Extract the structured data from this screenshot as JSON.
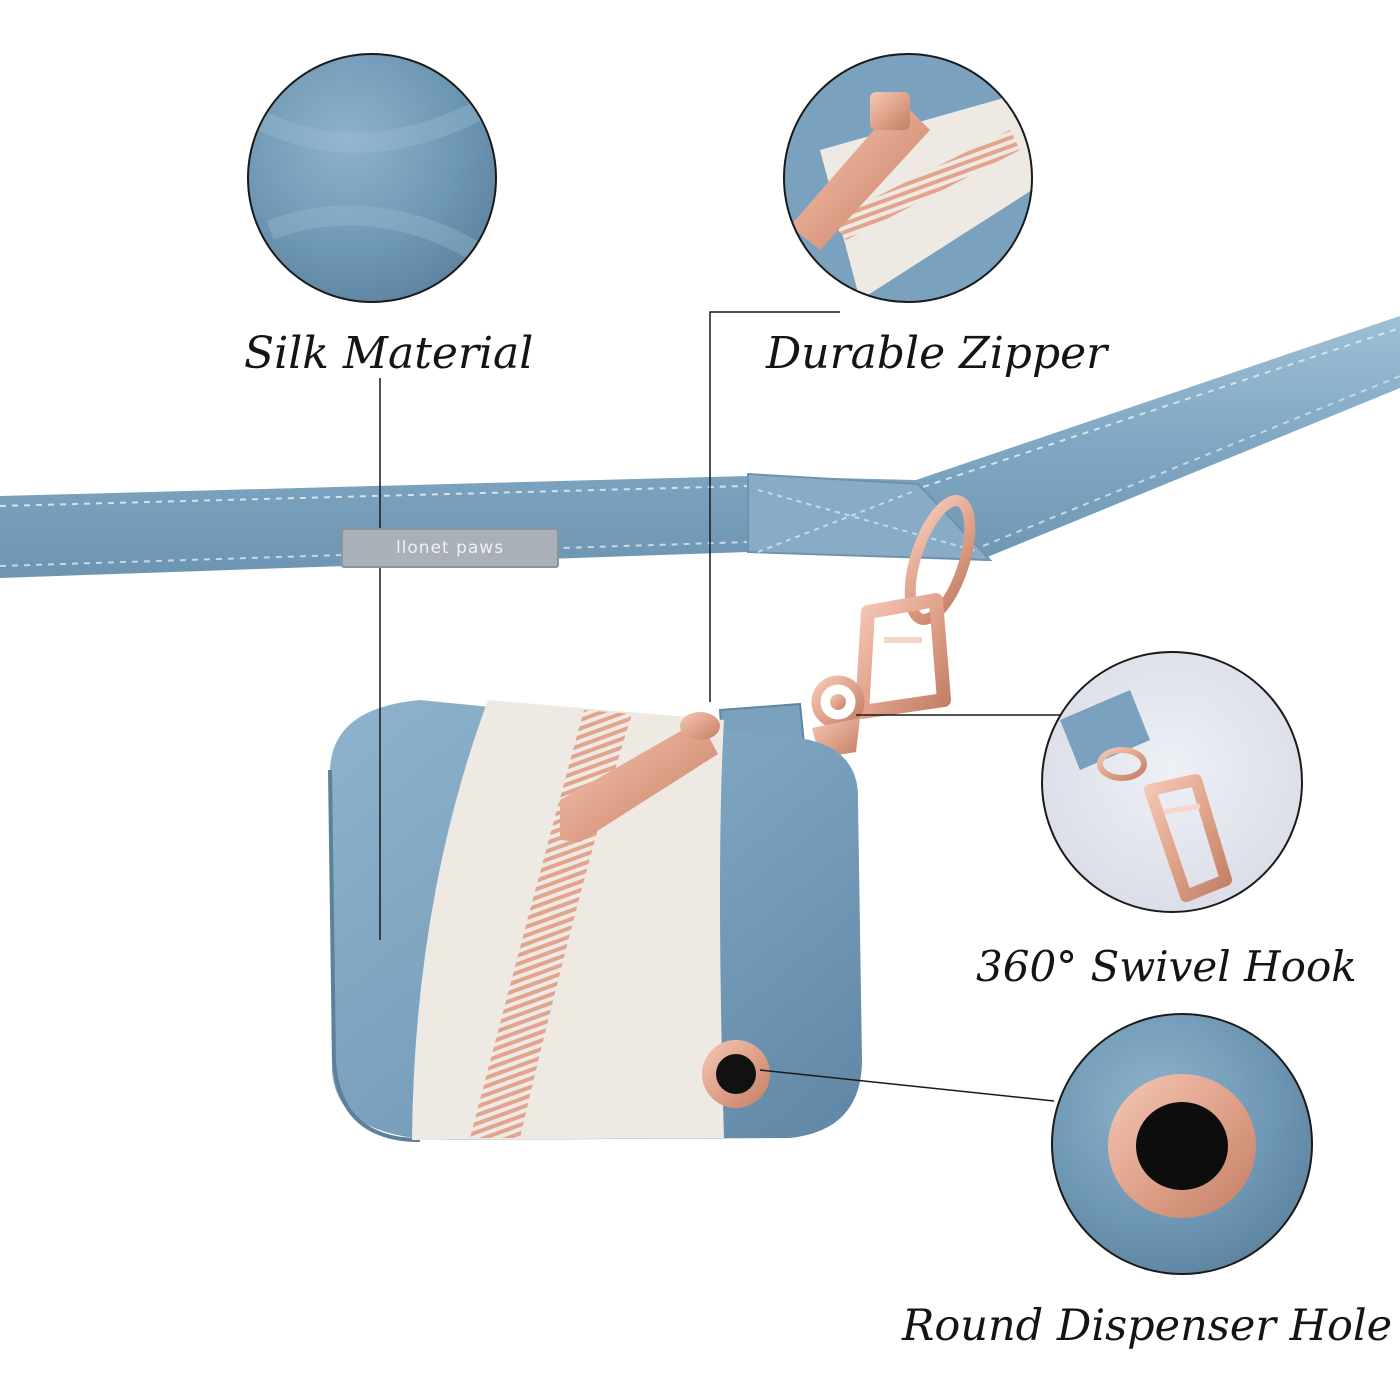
{
  "callouts": {
    "silk": "Silk Material",
    "zipper": "Durable Zipper",
    "hook": "360° Swivel Hook",
    "hole": "Round Dispenser Hole"
  },
  "brand_tag": "llonet paws",
  "colors": {
    "fabric": "#7fa6c2",
    "fabric_dark": "#5f87a5",
    "zipper_tape": "#eeeae3",
    "rose_gold": "#e0a28a",
    "leader_line": "#1a1a1a"
  }
}
